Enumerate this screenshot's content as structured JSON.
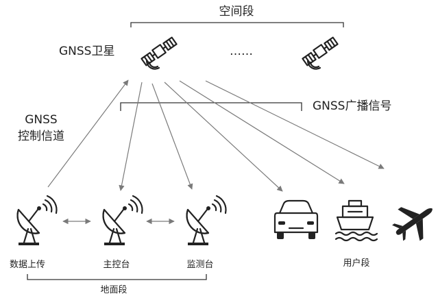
{
  "labels": {
    "space_segment": "空间段",
    "gnss_satellite": "GNSS卫星",
    "ellipsis": "……",
    "broadcast_signal": "GNSS广播信号",
    "control_channel_line1": "GNSS",
    "control_channel_line2": "控制信道",
    "upload_station": "数据上传",
    "master_control": "主控台",
    "monitor_station": "监测台",
    "ground_segment": "地面段",
    "user_segment": "用户段"
  },
  "icons": {
    "satellite": "satellite-icon",
    "dish": "satellite-dish-icon",
    "car": "car-icon",
    "ship": "ship-icon",
    "airplane": "airplane-icon"
  },
  "colors": {
    "line": "#7a7a7a",
    "ink": "#222222",
    "background": "#ffffff"
  }
}
